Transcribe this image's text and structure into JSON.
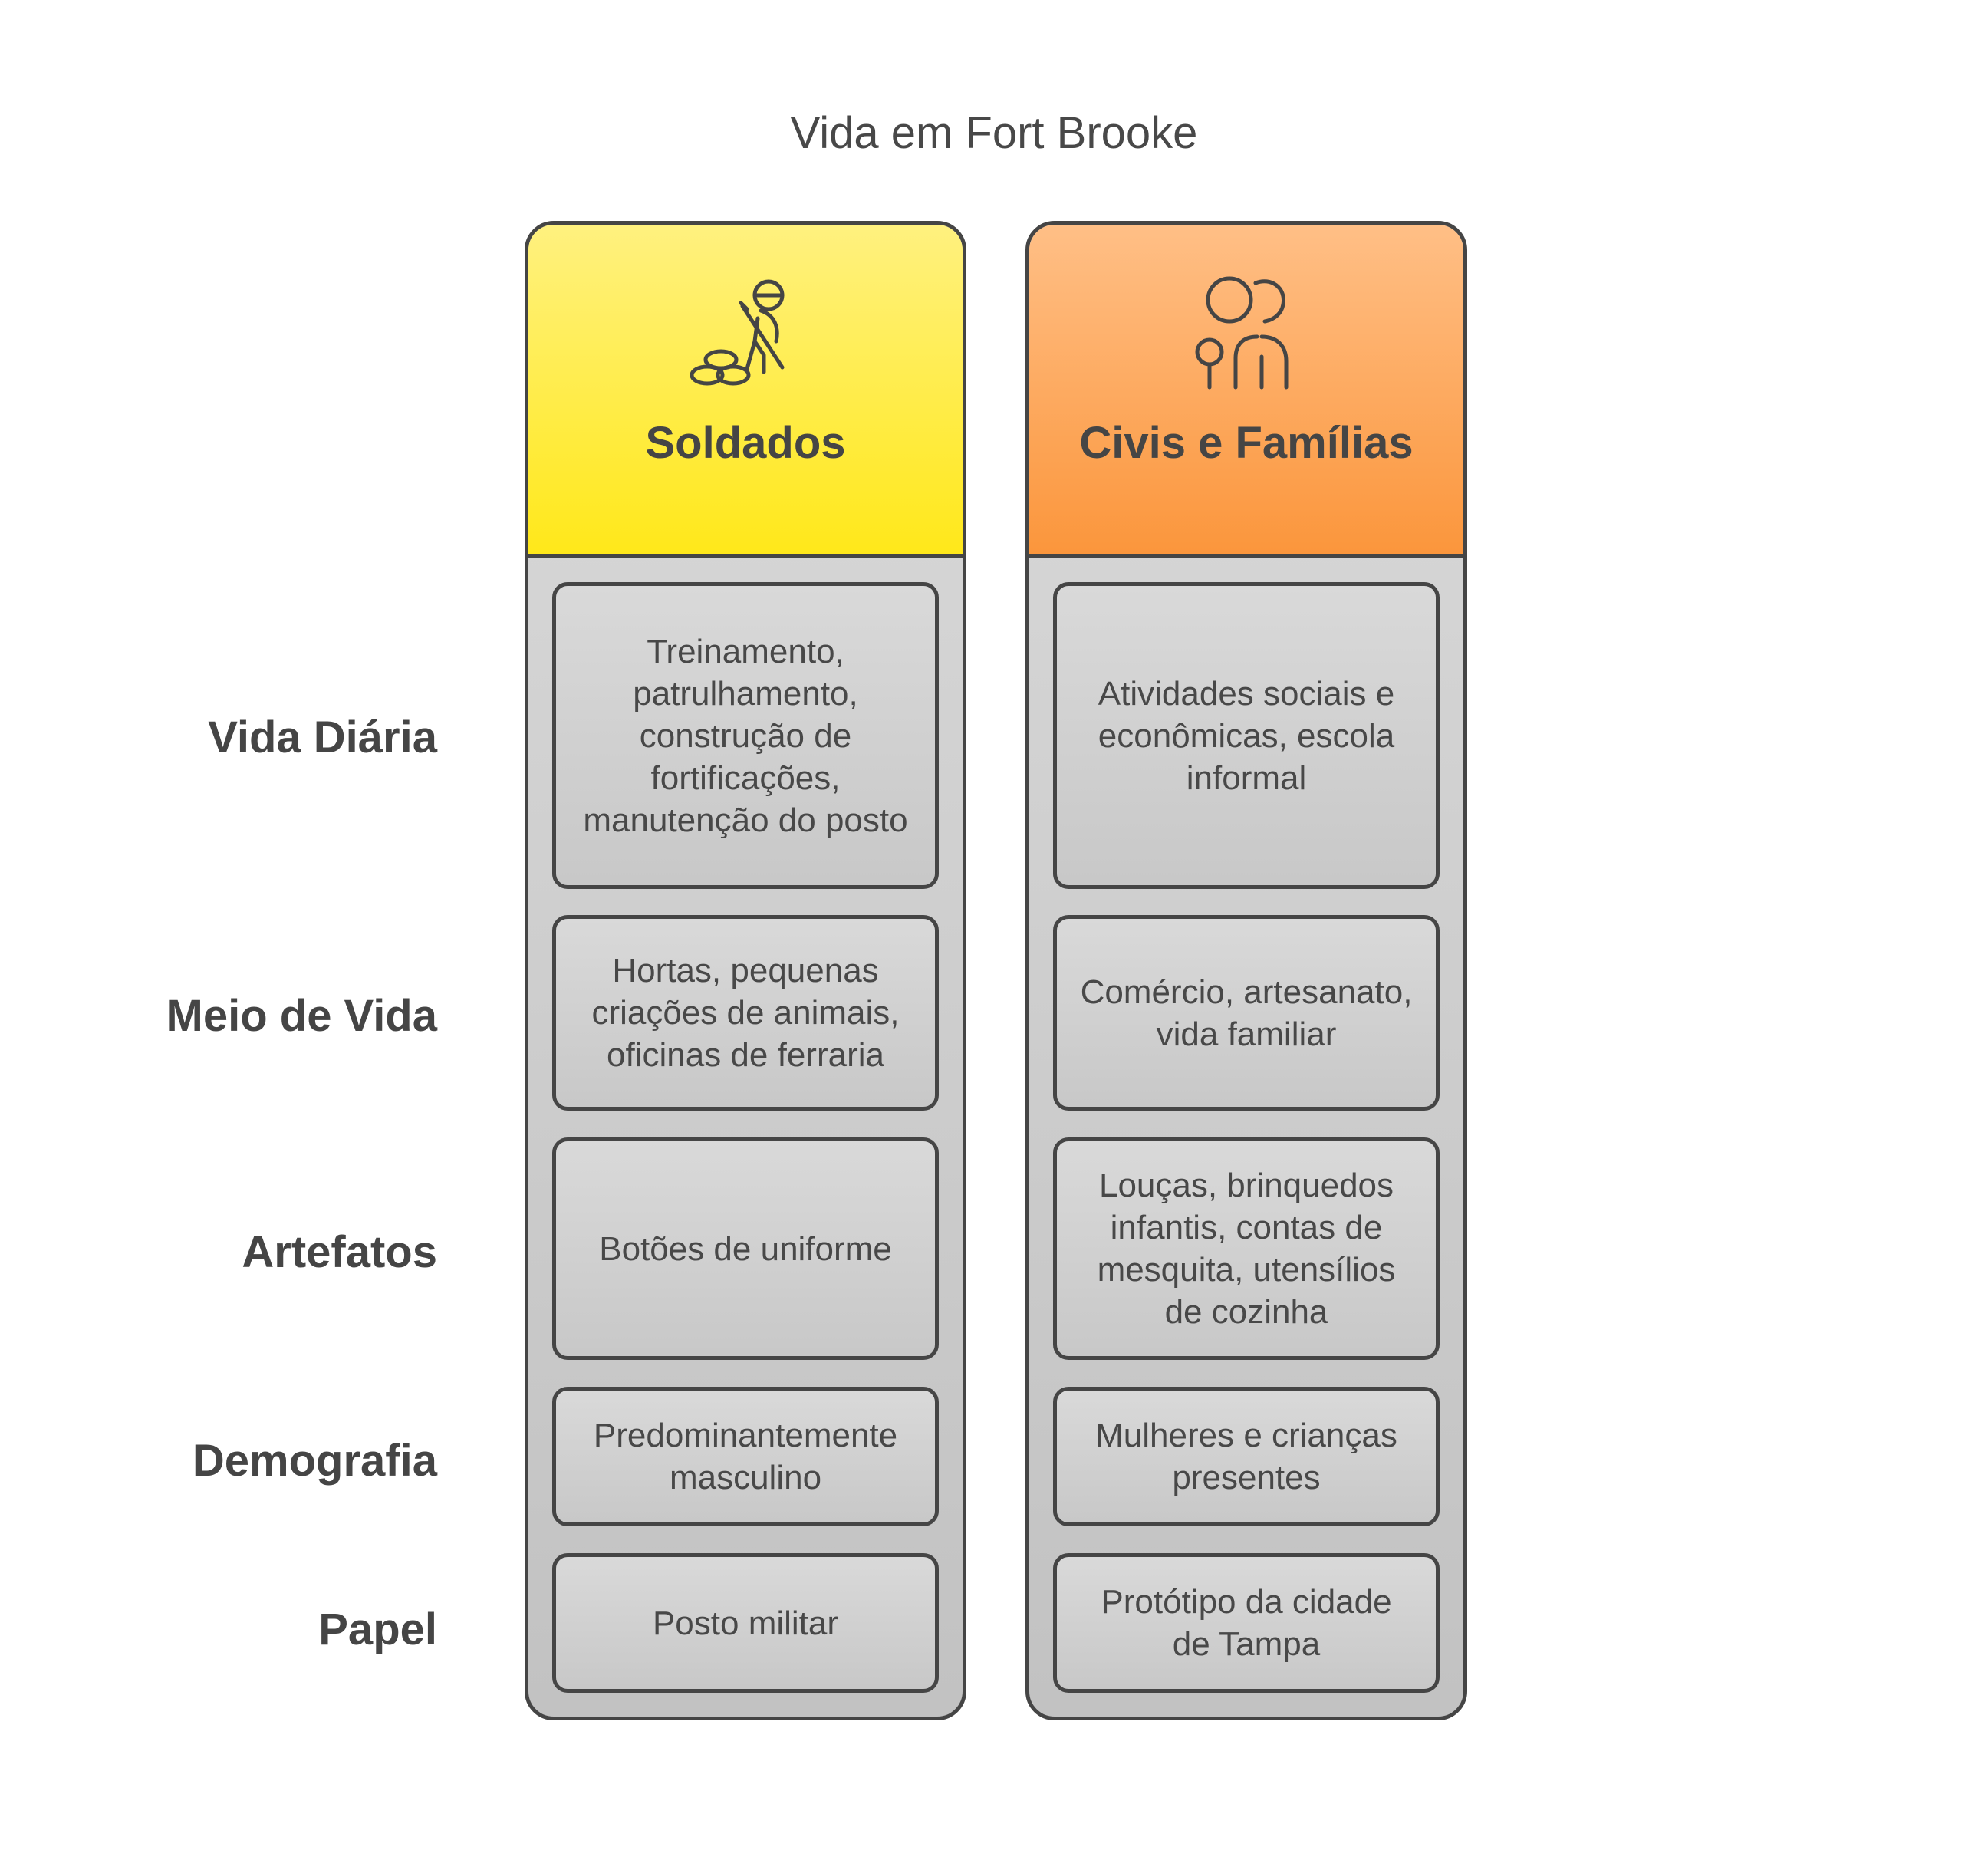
{
  "title": "Vida em Fort Brooke",
  "row_labels": {
    "daily": "Vida Diária",
    "livelihood": "Meio de Vida",
    "artifacts": "Artefatos",
    "demography": "Demografia",
    "role": "Papel"
  },
  "soldiers": {
    "title": "Soldados",
    "icon": "soldier-icon",
    "color": "#ffe81a",
    "daily": "Treinamento, patrulhamento, construção de fortificações, manutenção do posto",
    "livelihood": "Hortas, pequenas criações de animais, oficinas de ferraria",
    "artifacts": "Botões de uniforme",
    "demography": "Predominantemente masculino",
    "role": "Posto militar"
  },
  "civilians": {
    "title": "Civis e Famílias",
    "icon": "people-icon",
    "color": "#fb963c",
    "daily": "Atividades sociais e econômicas, escola informal",
    "livelihood": "Comércio, artesanato, vida familiar",
    "artifacts": "Louças, brinquedos infantis, contas de mesquita, utensílios de cozinha",
    "demography": "Mulheres e crianças presentes",
    "role": "Protótipo da cidade de Tampa"
  }
}
